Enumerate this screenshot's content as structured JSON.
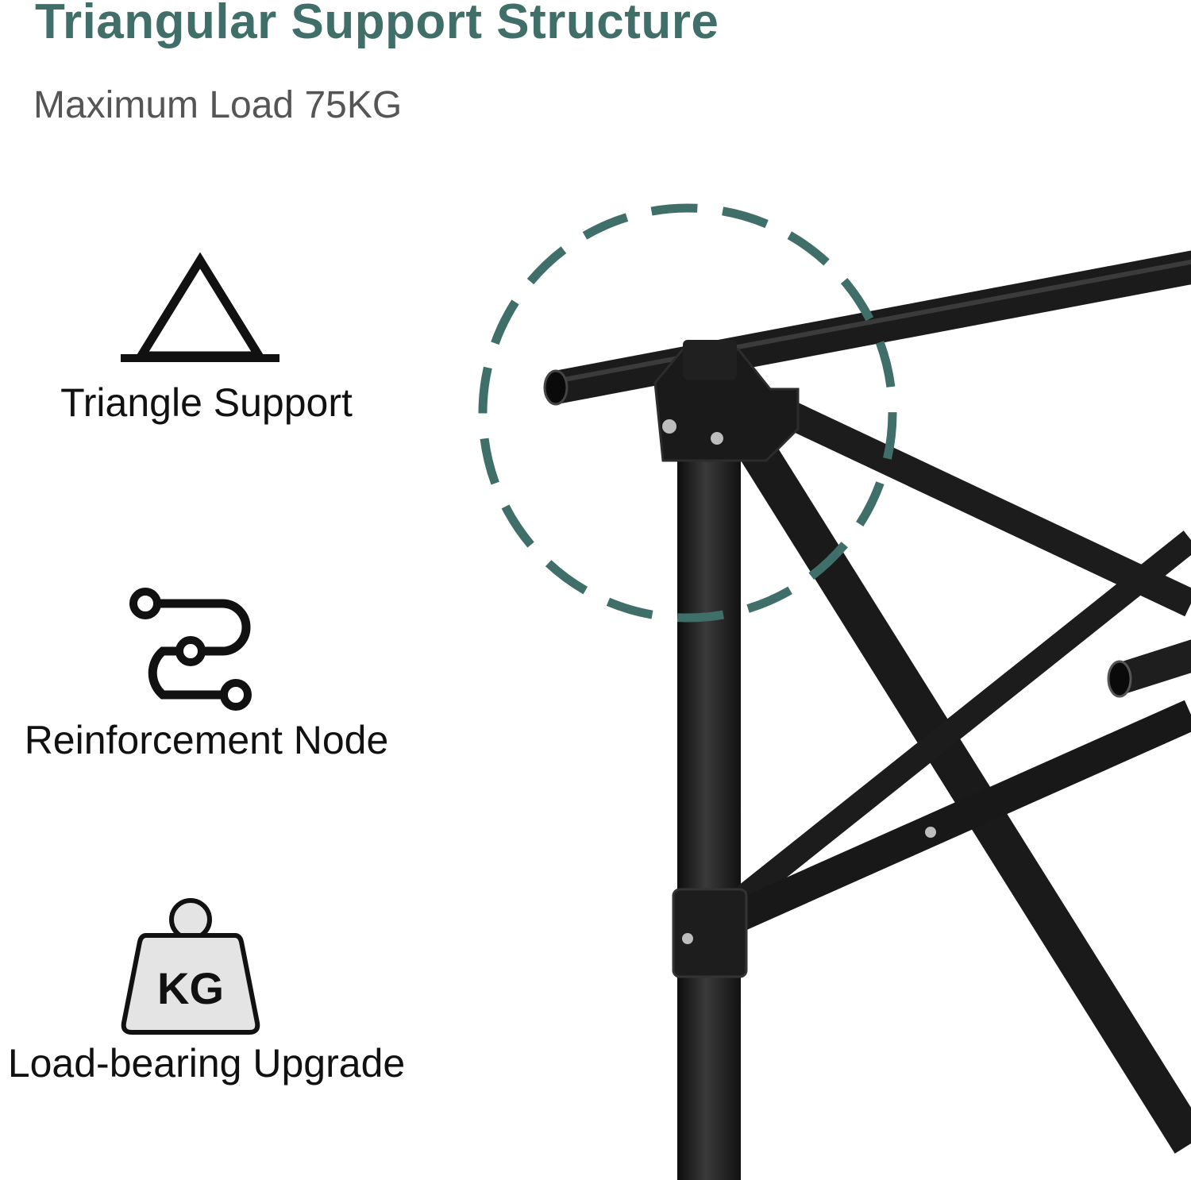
{
  "header": {
    "title": "Triangular Support Structure",
    "subtitle": "Maximum Load 75KG"
  },
  "features": [
    {
      "label": "Triangle Support",
      "icon": "triangle-icon"
    },
    {
      "label": "Reinforcement Node",
      "icon": "node-path-icon"
    },
    {
      "label": "Load-bearing Upgrade",
      "icon": "kg-weight-icon",
      "icon_text": "KG"
    }
  ],
  "colors": {
    "accent": "#3f6f68",
    "subtitle": "#555555",
    "frame": "#1a1a1a"
  }
}
